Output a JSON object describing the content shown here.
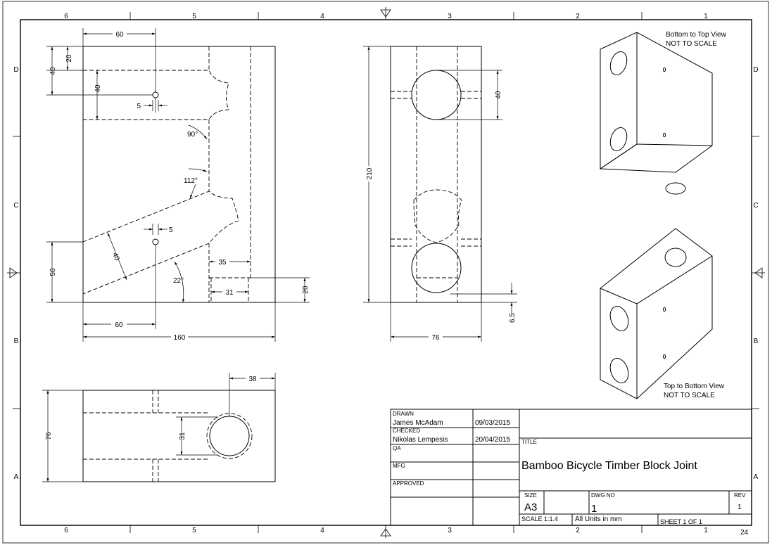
{
  "zones": {
    "top_numbers": [
      "6",
      "5",
      "4",
      "3",
      "2",
      "1"
    ],
    "bottom_numbers": [
      "6",
      "5",
      "4",
      "3",
      "2",
      "1"
    ],
    "left_letters": [
      "D",
      "C",
      "B",
      "A"
    ],
    "right_letters": [
      "D",
      "C",
      "B",
      "A"
    ]
  },
  "front_view": {
    "dims": {
      "top_60": "60",
      "left_20": "20",
      "left_40a": "40",
      "inner_40": "40",
      "hole_5a": "5",
      "angle_90": "90°",
      "angle_112": "112°",
      "hole_5b": "5",
      "tube_40": "40",
      "left_50": "50",
      "right_35": "35",
      "angle_22": "22°",
      "right_31": "31",
      "right_20": "20",
      "bottom_60": "60",
      "bottom_160": "160"
    }
  },
  "side_view": {
    "dims": {
      "left_210": "210",
      "right_40": "40",
      "right_6_5": "6.5",
      "bottom_76": "76"
    }
  },
  "top_view": {
    "dims": {
      "top_38": "38",
      "left_76": "76",
      "inner_31": "31"
    }
  },
  "iso_views": {
    "upper_caption_1": "Bottom to Top View",
    "upper_caption_2": "NOT TO SCALE",
    "lower_caption_1": "Top to Bottom View",
    "lower_caption_2": "NOT TO SCALE"
  },
  "title_block": {
    "drawn_label": "DRAWN",
    "drawn_name": "James McAdam",
    "drawn_date": "09/03/2015",
    "checked_label": "CHECKED",
    "checked_name": "Nikolas Lempesis",
    "checked_date": "20/04/2015",
    "qa_label": "QA",
    "mfg_label": "MFG",
    "approved_label": "APPROVED",
    "title_label": "TITLE",
    "title": "Bamboo Bicycle Timber Block Joint",
    "size_label": "SIZE",
    "size": "A3",
    "dwg_no_label": "DWG NO",
    "dwg_no": "1",
    "rev_label": "REV",
    "rev": "1",
    "scale": "SCALE 1:1.4",
    "units": "All Units in mm",
    "sheet": "SHEET 1  OF 1",
    "page_number": "24"
  }
}
